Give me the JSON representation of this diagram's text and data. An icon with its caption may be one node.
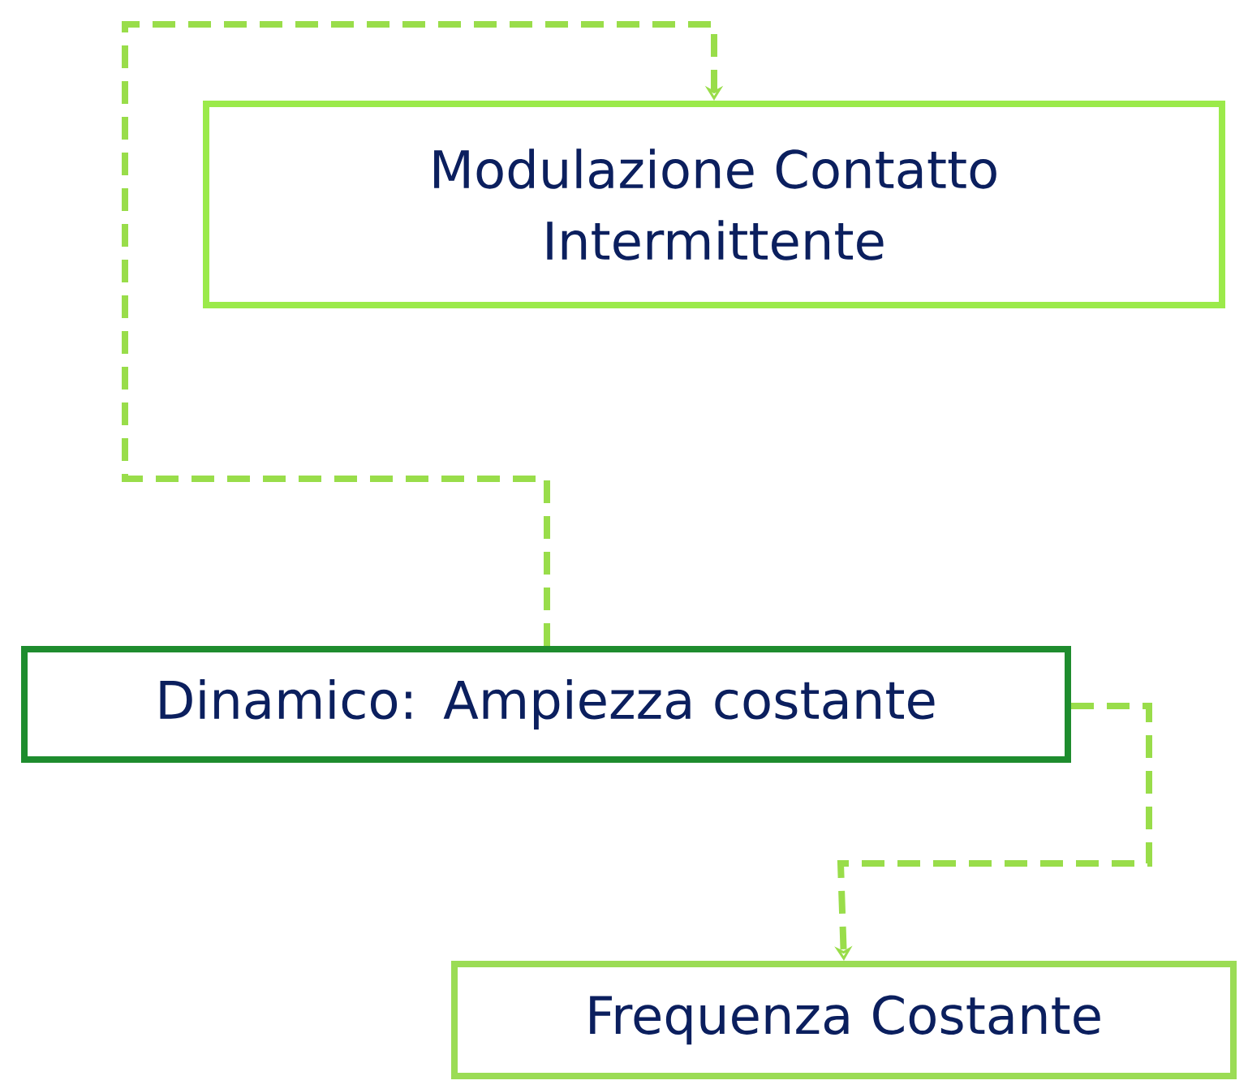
{
  "diagram": {
    "nodes": [
      {
        "text": [
          "Modulazione Contatto Intermittente"
        ]
      },
      {
        "text": [
          "Dinamico: Ampiezza costante"
        ]
      },
      {
        "text": [
          "Frequenza Costante"
        ]
      }
    ],
    "edges": [
      {
        "from": 1,
        "to": 0,
        "arrow": "to"
      },
      {
        "from": 1,
        "to": 2,
        "arrow": "to"
      }
    ]
  }
}
